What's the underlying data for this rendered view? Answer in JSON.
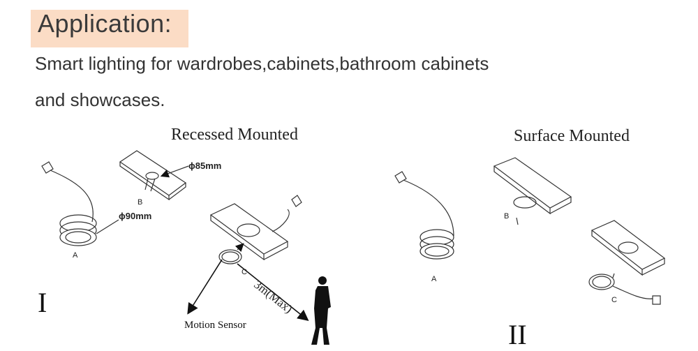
{
  "title": "Application:",
  "description": {
    "line1": "Smart lighting for wardrobes,cabinets,bathroom cabinets",
    "line2": "and showcases."
  },
  "sections": {
    "recessed": {
      "heading": "Recessed Mounted",
      "roman": "I",
      "labels": {
        "a": "A",
        "b": "B",
        "c": "C"
      },
      "hole_diameter": "ϕ85mm",
      "light_diameter": "ϕ90mm",
      "distance": "3m(Max)",
      "sensor_label": "Motion Sensor"
    },
    "surface": {
      "heading": "Surface Mounted",
      "roman": "II",
      "labels": {
        "a": "A",
        "b": "B",
        "c": "C"
      }
    }
  }
}
